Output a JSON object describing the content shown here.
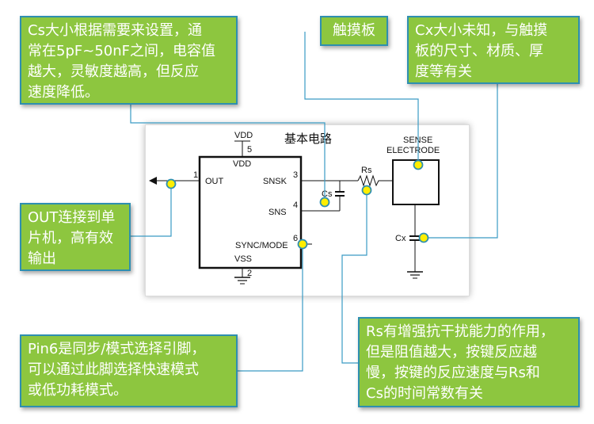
{
  "schematic": {
    "title": "基本电路",
    "vdd_top": "VDD",
    "vdd_inner": "VDD",
    "vss": "VSS",
    "pins": {
      "out": "OUT",
      "snsk": "SNSK",
      "sns": "SNS",
      "sync": "SYNC/MODE",
      "n1": "1",
      "n2": "2",
      "n3": "3",
      "n4": "4",
      "n5": "5",
      "n6": "6"
    },
    "cs": "Cs",
    "rs": "Rs",
    "cx": "Cx",
    "sense": "SENSE",
    "electrode": "ELECTRODE"
  },
  "callouts": {
    "cs": "Cs大小根据需要来设置，通\n常在5pF~50nF之间，电容值\n越大，灵敏度越高，但反应\n速度降低。",
    "touch": "触摸板",
    "cx": "Cx大小未知，与触摸\n板的尺寸、材质、厚\n度等有关",
    "out": "OUT连接到单\n片机，高有效\n输出",
    "pin6": "Pin6是同步/模式选择引脚，\n可以通过此脚选择快速模式\n或低功耗模式。",
    "rs": "Rs有增强抗干扰能力的作用，\n但是阻值越大，按键反应越\n慢，按键的反应速度与Rs和\nCs的时间常数有关"
  },
  "colors": {
    "callout_fill": "#8dc63f",
    "callout_border": "#2e8fb0",
    "marker_fill": "#ffee00",
    "leader": "#3a9bc4"
  }
}
